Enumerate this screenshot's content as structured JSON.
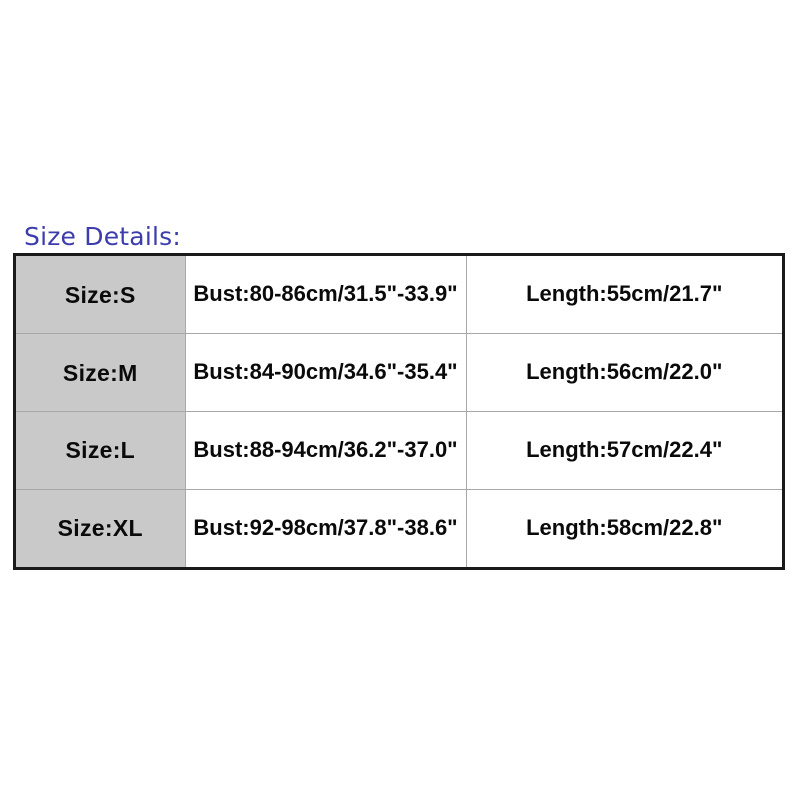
{
  "page": {
    "background_color": "#ffffff",
    "title_text": "Size Details:",
    "title_color": "#3c3cae"
  },
  "table": {
    "border_color": "#1a1a1a",
    "grid_color": "#a8a8a8",
    "size_cell_background": "#c9c9c9",
    "value_cell_background": "#ffffff",
    "text_color": "#0a0a0a",
    "rows": [
      {
        "size": "Size:S",
        "bust": "Bust:80-86cm/31.5\"-33.9\"",
        "length": "Length:55cm/21.7\""
      },
      {
        "size": "Size:M",
        "bust": "Bust:84-90cm/34.6\"-35.4\"",
        "length": "Length:56cm/22.0\""
      },
      {
        "size": "Size:L",
        "bust": "Bust:88-94cm/36.2\"-37.0\"",
        "length": "Length:57cm/22.4\""
      },
      {
        "size": "Size:XL",
        "bust": "Bust:92-98cm/37.8\"-38.6\"",
        "length": "Length:58cm/22.8\""
      }
    ]
  },
  "chart_data": {
    "type": "table",
    "title": "Size Details:",
    "columns": [
      "Size",
      "Bust",
      "Length"
    ],
    "categories": [
      "S",
      "M",
      "L",
      "XL"
    ],
    "series": [
      {
        "name": "Bust min (cm)",
        "values": [
          80,
          84,
          88,
          92
        ]
      },
      {
        "name": "Bust max (cm)",
        "values": [
          86,
          90,
          94,
          98
        ]
      },
      {
        "name": "Bust min (in)",
        "values": [
          31.5,
          34.6,
          36.2,
          37.8
        ]
      },
      {
        "name": "Bust max (in)",
        "values": [
          33.9,
          35.4,
          37.0,
          38.6
        ]
      },
      {
        "name": "Length (cm)",
        "values": [
          55,
          56,
          57,
          58
        ]
      },
      {
        "name": "Length (in)",
        "values": [
          21.7,
          22.0,
          22.4,
          22.8
        ]
      }
    ],
    "cells": [
      [
        "Size:S",
        "Bust:80-86cm/31.5\"-33.9\"",
        "Length:55cm/21.7\""
      ],
      [
        "Size:M",
        "Bust:84-90cm/34.6\"-35.4\"",
        "Length:56cm/22.0\""
      ],
      [
        "Size:L",
        "Bust:88-94cm/36.2\"-37.0\"",
        "Length:57cm/22.4\""
      ],
      [
        "Size:XL",
        "Bust:92-98cm/37.8\"-38.6\"",
        "Length:58cm/22.8\""
      ]
    ],
    "xlabel": "",
    "ylabel": "",
    "grid": true,
    "legend": "none"
  }
}
